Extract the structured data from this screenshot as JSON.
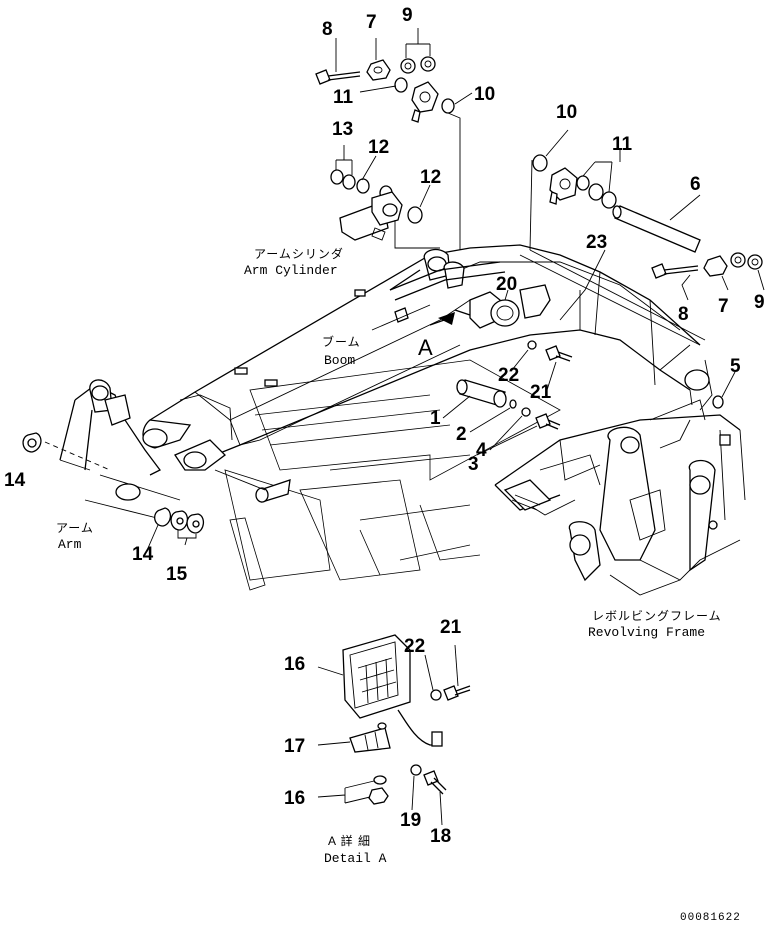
{
  "diagram": {
    "labels": {
      "arm_cylinder_jp": "アームシリンダ",
      "arm_cylinder_en": "Arm Cylinder",
      "boom_jp": "ブーム",
      "boom_en": "Boom",
      "arm_jp": "アーム",
      "arm_en": "Arm",
      "revolving_frame_jp": "レボルビングフレーム",
      "revolving_frame_en": "Revolving Frame",
      "detail_jp": "A 詳 細",
      "detail_en": "Detail A",
      "view_marker": "A",
      "doc_number": "00081622"
    },
    "callouts": {
      "c8a": "8",
      "c7a": "7",
      "c9a": "9",
      "c11a": "11",
      "c10a": "10",
      "c13": "13",
      "c12a": "12",
      "c12b": "12",
      "c10b": "10",
      "c11b": "11",
      "c6": "6",
      "c23": "23",
      "c20": "20",
      "c8b": "8",
      "c7b": "7",
      "c9b": "9",
      "c5": "5",
      "c22a": "22",
      "c21a": "21",
      "c1": "1",
      "c2": "2",
      "c4": "4",
      "c3": "3",
      "c14a": "14",
      "c14b": "14",
      "c15": "15",
      "c16a": "16",
      "c22b": "22",
      "c21b": "21",
      "c17": "17",
      "c16b": "16",
      "c19": "19",
      "c18": "18"
    }
  }
}
